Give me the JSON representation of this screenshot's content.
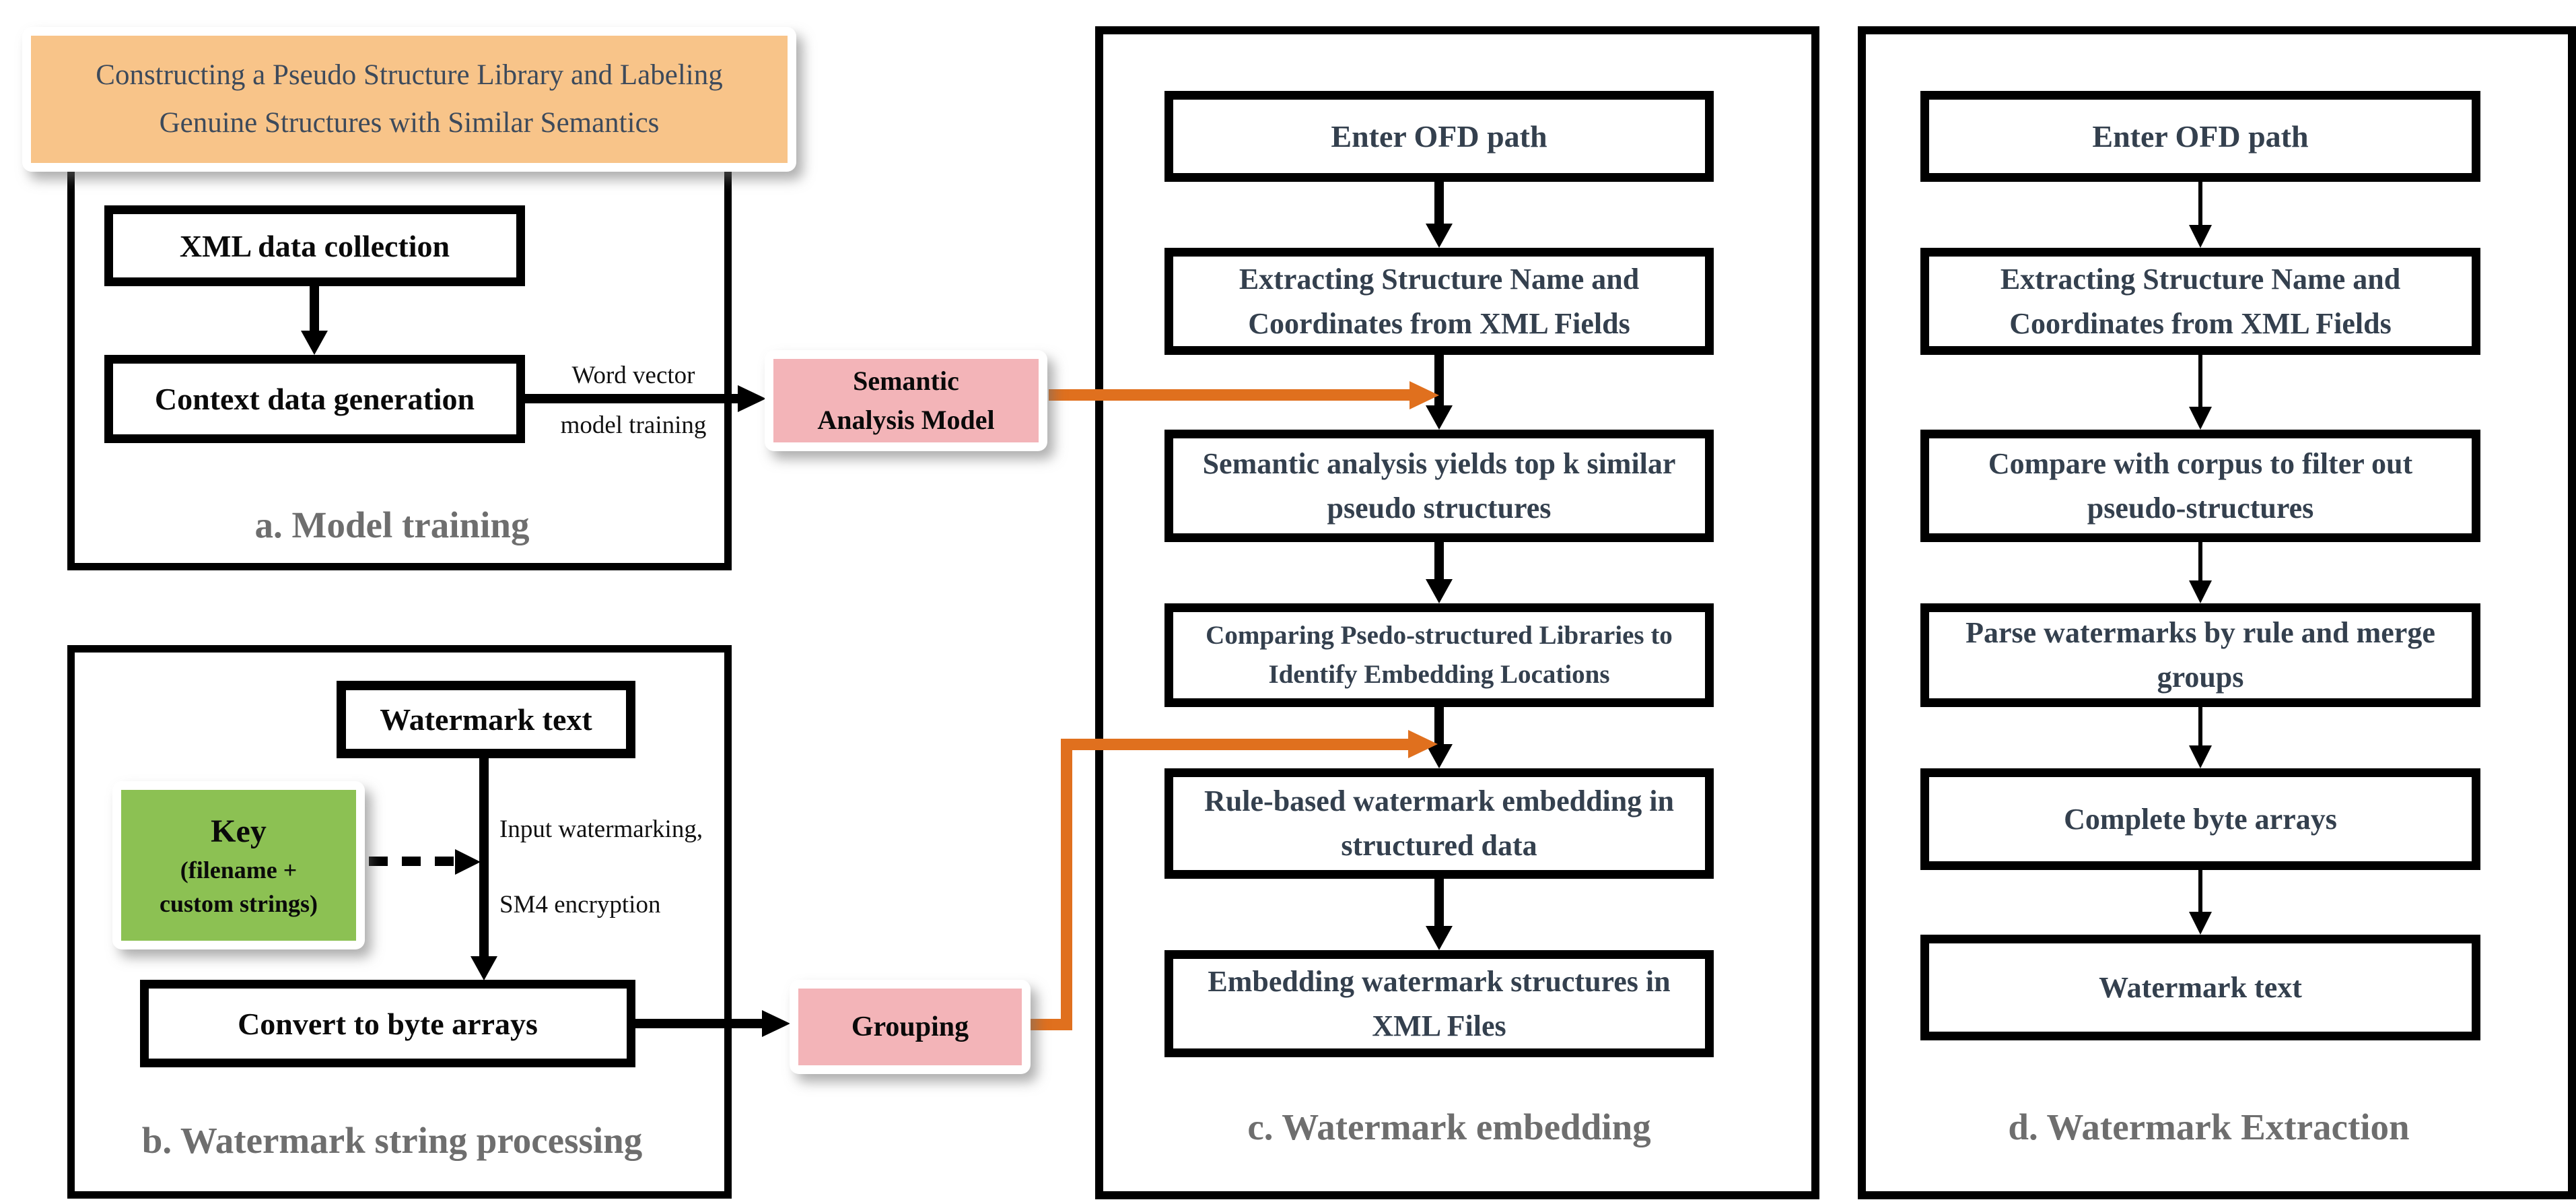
{
  "colors": {
    "orange_header_fill": "#F8C489",
    "pink_node_fill": "#F3B4B8",
    "green_key_fill": "#8CC153",
    "orange_arrow": "#E0701E",
    "navy_step_text": "#34404E",
    "caption_gray": "#6E6E6E"
  },
  "header": {
    "text": "Constructing a Pseudo Structure Library and Labeling Genuine Structures with Similar Semantics"
  },
  "panels": {
    "a": {
      "caption": "a. Model training",
      "box1": "XML data collection",
      "box2": "Context data generation",
      "arrow_label_line1": "Word vector",
      "arrow_label_line2": "model training"
    },
    "b": {
      "caption": "b. Watermark string processing",
      "box1": "Watermark text",
      "key": {
        "title": "Key",
        "line2": "(filename +",
        "line3": "custom strings)"
      },
      "arrow_label_line1": "Input watermarking,",
      "arrow_label_line2": "SM4 encryption",
      "box2": "Convert to byte arrays"
    },
    "c": {
      "caption": "c. Watermark embedding",
      "steps": [
        "Enter OFD path",
        "Extracting Structure Name and Coordinates from XML Fields",
        "Semantic analysis yields top k similar pseudo structures",
        "Comparing Psedo-structured Libraries to Identify Embedding Locations",
        "Rule-based watermark embedding in structured data",
        "Embedding watermark structures in XML Files"
      ]
    },
    "d": {
      "caption": "d. Watermark Extraction",
      "steps": [
        "Enter OFD path",
        "Extracting Structure Name and Coordinates from XML Fields",
        "Compare with corpus to filter out pseudo-structures",
        "Parse watermarks by rule and merge groups",
        "Complete byte arrays",
        "Watermark text"
      ]
    }
  },
  "nodes": {
    "semantic_model_line1": "Semantic",
    "semantic_model_line2": "Analysis Model",
    "grouping": "Grouping"
  }
}
